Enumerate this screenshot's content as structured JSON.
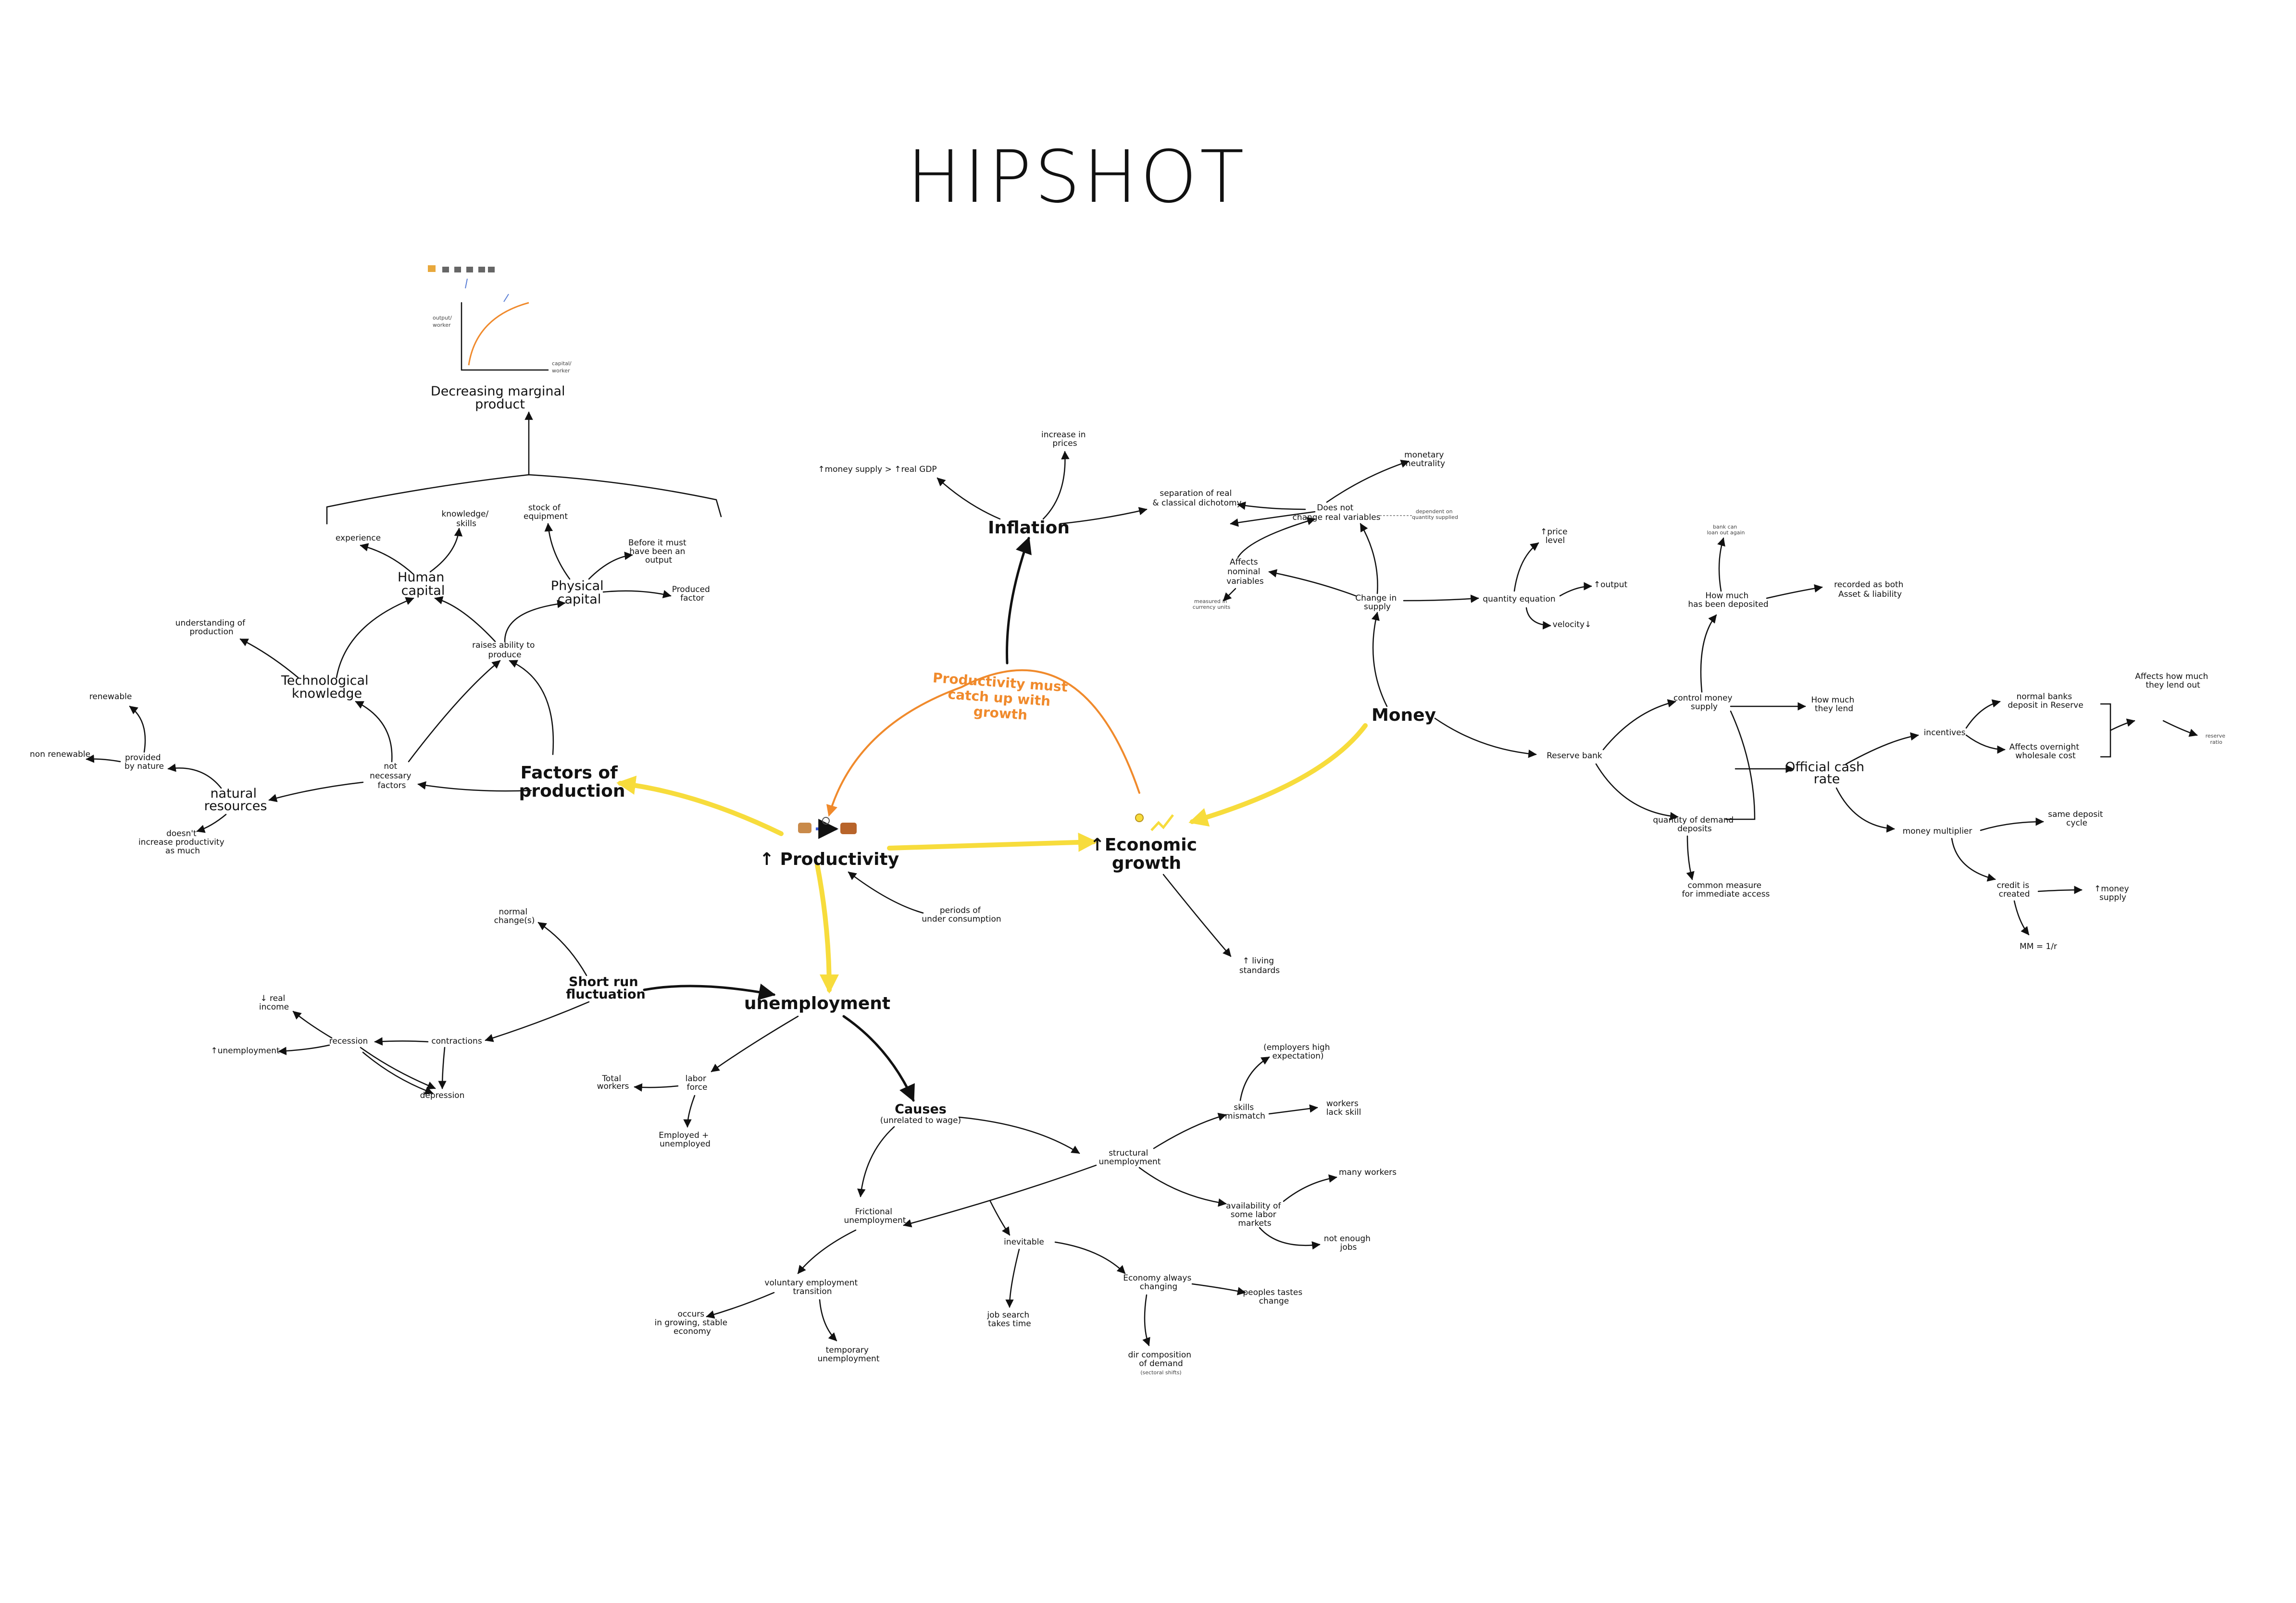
{
  "title": "HIPSHOT",
  "colors": {
    "ink": "#111111",
    "highlight": "#f7dc3c",
    "accent": "#f08a2c",
    "chart_blue": "#5b7fd6"
  },
  "center": {
    "productivity": "↑ Productivity",
    "economic_growth_1": "↑Economic",
    "economic_growth_2": "growth",
    "catchup_1": "Productivity must",
    "catchup_2": "catch up with",
    "catchup_3": "growth"
  },
  "factors": {
    "title_1": "Factors of",
    "title_2": "production",
    "chart_caption_1": "Decreasing marginal",
    "chart_caption_2": "product",
    "chart_y_1": "output/",
    "chart_y_2": "worker",
    "chart_x_1": "capital/",
    "chart_x_2": "worker",
    "experience": "experience",
    "knowledge_1": "knowledge/",
    "knowledge_2": "skills",
    "human_1": "Human",
    "human_2": "capital",
    "stock_1": "stock of",
    "stock_2": "equipment",
    "physical_1": "Physical",
    "physical_2": "capital",
    "before_1": "Before it must",
    "before_2": "have been an",
    "before_3": "output",
    "produced_1": "Produced",
    "produced_2": "factor",
    "raises_1": "raises ability to",
    "raises_2": "produce",
    "understanding_1": "understanding of",
    "understanding_2": "production",
    "tech_1": "Technological",
    "tech_2": "knowledge",
    "not_nec_1": "not",
    "not_nec_2": "necessary",
    "not_nec_3": "factors",
    "renewable": "renewable",
    "nonrenewable": "non renewable",
    "provided_1": "provided",
    "provided_2": "by nature",
    "natural_1": "natural",
    "natural_2": "resources",
    "doesnt_1": "doesn't",
    "doesnt_2": "increase productivity",
    "doesnt_3": "as much"
  },
  "inflation": {
    "title": "Inflation",
    "money_supply": "↑money supply > ↑real GDP",
    "increase_1": "increase in",
    "increase_2": "prices"
  },
  "money": {
    "title": "Money",
    "separation_1": "separation of real",
    "separation_2": "& classical dichotomy",
    "does_not_1": "Does not",
    "does_not_2": "change real variables",
    "neutrality_1": "monetary",
    "neutrality_2": "neutrality",
    "dependent_1": "dependent on",
    "dependent_2": "quantity supplied",
    "affects_1": "Affects",
    "affects_2": "nominal",
    "affects_3": "variables",
    "measured_1": "measured in",
    "measured_2": "currency units",
    "change_1": "Change in",
    "change_2": "supply",
    "qty_eq": "quantity equation",
    "price_1": "↑price",
    "price_2": "level",
    "output": "↑output",
    "velocity": "velocity↓"
  },
  "reserve": {
    "title": "Reserve bank",
    "control_1": "control money",
    "control_2": "supply",
    "how_much_lend_1": "How much",
    "how_much_lend_2": "they lend",
    "how_much_dep_1": "How much",
    "how_much_dep_2": "has been deposited",
    "bank_can_1": "bank can",
    "bank_can_2": "loan out again",
    "recorded_1": "recorded as both",
    "recorded_2": "Asset & liability",
    "quantity_dep_1": "quantity of demand",
    "quantity_dep_2": "deposits",
    "common_1": "common measure",
    "common_2": "for immediate access",
    "ocr_1": "Official cash",
    "ocr_2": "rate",
    "incentives": "incentives",
    "normal_1": "normal banks",
    "normal_2": "deposit in Reserve",
    "overnight_1": "Affects overnight",
    "overnight_2": "wholesale cost",
    "affects_lend_1": "Affects how much",
    "affects_lend_2": "they lend out",
    "reserve_ratio_1": "reserve",
    "reserve_ratio_2": "ratio",
    "multiplier": "money multiplier",
    "same_dep_1": "same deposit",
    "same_dep_2": "cycle",
    "credit_1": "credit is",
    "credit_2": "created",
    "money_supply_1": "↑money",
    "money_supply_2": "supply",
    "formula": "MM = 1/r"
  },
  "growth": {
    "living_1": "↑ living",
    "living_2": "standards",
    "periods_1": "periods of",
    "periods_2": "under consumption"
  },
  "unemployment": {
    "title": "unemployment",
    "short_run_1": "Short run",
    "short_run_2": "fluctuation",
    "normal_1": "normal",
    "normal_2": "change(s)",
    "contractions": "contractions",
    "recession": "recession",
    "depression": "depression",
    "real_income_1": "↓ real",
    "real_income_2": "income",
    "unemp_up": "↑unemployment",
    "total_1": "Total",
    "total_2": "workers",
    "labor_1": "labor",
    "labor_2": "force",
    "employed_1": "Employed +",
    "employed_2": "unemployed",
    "causes_1": "Causes",
    "causes_2": "(unrelated to wage)",
    "structural_1": "structural",
    "structural_2": "unemployment",
    "skills_1": "skills",
    "skills_2": "mismatch",
    "employers_1": "(employers high",
    "employers_2": "expectation)",
    "workers_1": "workers",
    "workers_2": "lack skill",
    "availability_1": "availability of",
    "availability_2": "some labor",
    "availability_3": "markets",
    "many": "many workers",
    "not_enough_1": "not enough",
    "not_enough_2": "jobs",
    "frictional_1": "Frictional",
    "frictional_2": "unemployment",
    "inevitable": "inevitable",
    "economy_1": "Economy always",
    "economy_2": "changing",
    "peoples_1": "peoples tastes",
    "peoples_2": "change",
    "composition_1": "dir composition",
    "composition_2": "of demand",
    "composition_3": "(sectoral shifts)",
    "job_search_1": "job search",
    "job_search_2": "takes time",
    "voluntary_1": "voluntary employment",
    "voluntary_2": "transition",
    "occurs_1": "occurs",
    "occurs_2": "in growing, stable",
    "occurs_3": "economy",
    "temporary_1": "temporary",
    "temporary_2": "unemployment"
  }
}
